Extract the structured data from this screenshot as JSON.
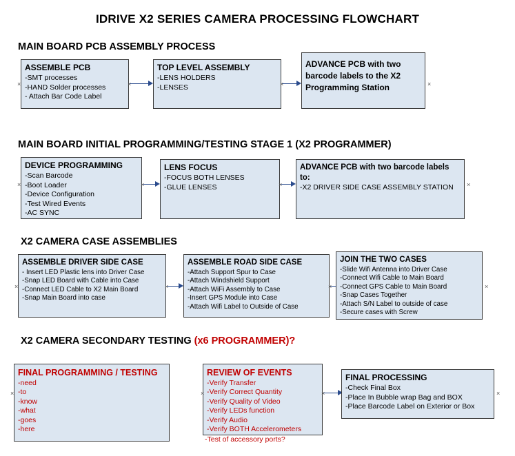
{
  "title": "IDRIVE X2  SERIES CAMERA PROCESSING FLOWCHART",
  "sections": [
    {
      "id": "s1",
      "label": "MAIN BOARD PCB ASSEMBLY PROCESS"
    },
    {
      "id": "s2",
      "label": "MAIN BOARD INITIAL PROGRAMMING/TESTING STAGE 1 (X2 PROGRAMMER)"
    },
    {
      "id": "s3",
      "label": "X2 CAMERA CASE ASSEMBLIES"
    },
    {
      "id": "s4",
      "label": "X2 CAMERA SECONDARY TESTING ",
      "sub": "(x6 PROGRAMMER)?"
    }
  ],
  "boxes": {
    "assemble_pcb": {
      "head": "ASSEMBLE PCB",
      "lines": [
        "-SMT processes",
        "-HAND Solder processes",
        "- Attach Bar Code Label"
      ]
    },
    "top_level_assembly": {
      "head": "TOP LEVEL ASSEMBLY",
      "lines": [
        "-LENS HOLDERS",
        "-LENSES"
      ]
    },
    "advance_pcb_station": {
      "head": "ADVANCE PCB with two barcode labels to the X2 Programming Station",
      "lines": []
    },
    "device_programming": {
      "head": "DEVICE PROGRAMMING",
      "lines": [
        "-Scan Barcode",
        "-Boot Loader",
        "-Device Configuration",
        "-Test Wired Events",
        "-AC SYNC"
      ]
    },
    "lens_focus": {
      "head": "LENS FOCUS",
      "lines": [
        "-FOCUS BOTH LENSES",
        "-GLUE LENSES"
      ]
    },
    "advance_pcb_driver": {
      "head": "ADVANCE PCB with two barcode labels to:",
      "lines": [
        "-X2 DRIVER  SIDE  CASE  ASSEMBLY STATION"
      ]
    },
    "driver_side_case": {
      "head": "ASSEMBLE DRIVER SIDE CASE",
      "lines": [
        "- Insert LED Plastic lens into Driver Case",
        "-Snap LED Board with Cable into Case",
        "-Connect LED Cable to X2 Main Board",
        "-Snap Main Board into case"
      ]
    },
    "road_side_case": {
      "head": "ASSEMBLE ROAD SIDE CASE",
      "lines": [
        "-Attach Support Spur to Case",
        "-Attach Windshield Support",
        "-Attach WiFi Assembly to Case",
        "-Insert GPS Module into Case",
        "-Attach Wifi Label to Outside of Case"
      ]
    },
    "join_two_cases": {
      "head": "JOIN THE TWO CASES",
      "lines": [
        "-Slide Wifi Antenna into Driver Case",
        "-Connect Wifi Cable to Main Board",
        "-Connect GPS Cable to Main Board",
        "-Snap Cases Together",
        "-Attach S/N Label to outside of case",
        "-Secure cases with Screw"
      ]
    },
    "final_programming": {
      "head": "FINAL PROGRAMMING / TESTING",
      "lines": [
        "-need",
        "-to",
        "-know",
        "-what",
        "-goes",
        "-here"
      ]
    },
    "review_of_events": {
      "head": "REVIEW OF EVENTS",
      "lines": [
        "-Verify Transfer",
        "-Verify Correct Quantity",
        "-Verify Quality of Video",
        "-Verify LEDs function",
        "-Verify Audio",
        "-Verify BOTH Accelerometers",
        "-Test of accessory ports?"
      ]
    },
    "final_processing": {
      "head": "FINAL PROCESSING",
      "lines": [
        "-Check Final Box",
        "-Place In Bubble wrap Bag and BOX",
        "-Place Barcode Label on Exterior or Box"
      ]
    }
  },
  "colors": {
    "box_fill": "#dce6f1",
    "box_border": "#3a3a3a",
    "arrow": "#2a4b8d",
    "accent_red": "#c00000",
    "text": "#000000"
  }
}
